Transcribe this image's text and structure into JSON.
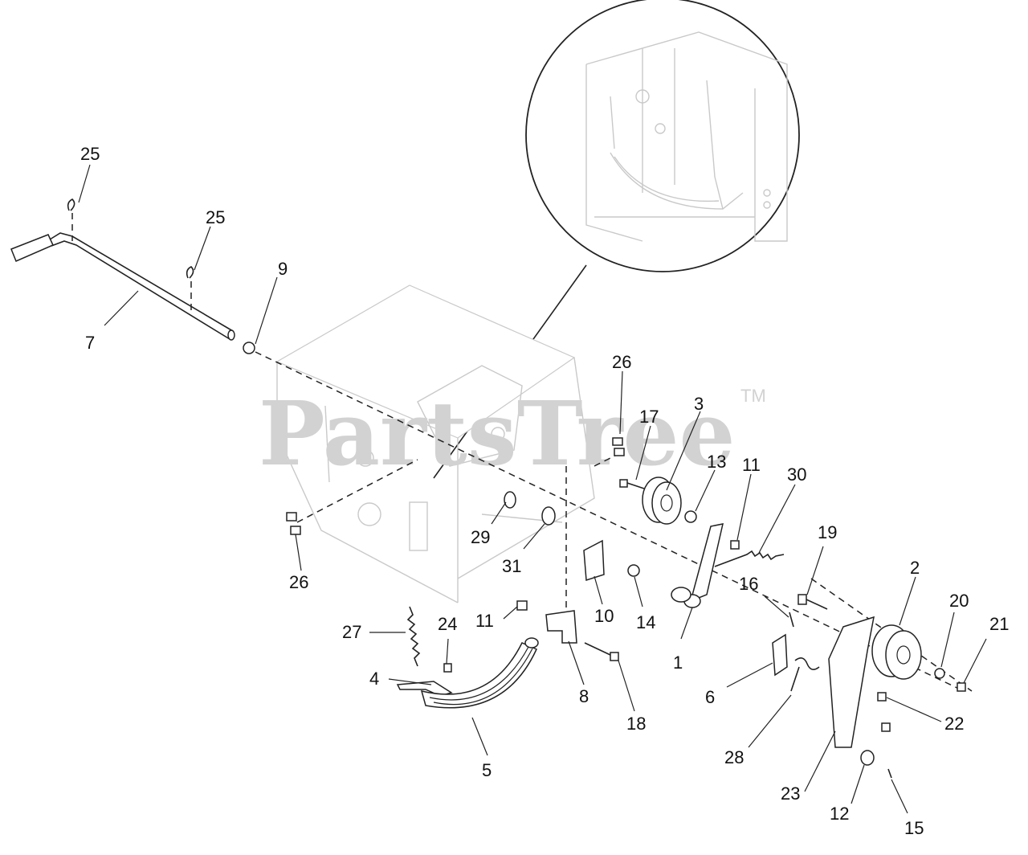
{
  "watermark": {
    "brand": "PartsTree",
    "trademark": "TM"
  },
  "callouts": {
    "c1": "1",
    "c2": "2",
    "c3": "3",
    "c4": "4",
    "c5": "5",
    "c6": "6",
    "c7": "7",
    "c8": "8",
    "c9": "9",
    "c10": "10",
    "c11a": "11",
    "c11b": "11",
    "c12": "12",
    "c13": "13",
    "c14": "14",
    "c15": "15",
    "c16": "16",
    "c17": "17",
    "c18": "18",
    "c19": "19",
    "c20": "20",
    "c21": "21",
    "c22": "22",
    "c23": "23",
    "c24": "24",
    "c25a": "25",
    "c25b": "25",
    "c26a": "26",
    "c26b": "26",
    "c27": "27",
    "c28": "28",
    "c29": "29",
    "c30": "30",
    "c31": "31"
  }
}
